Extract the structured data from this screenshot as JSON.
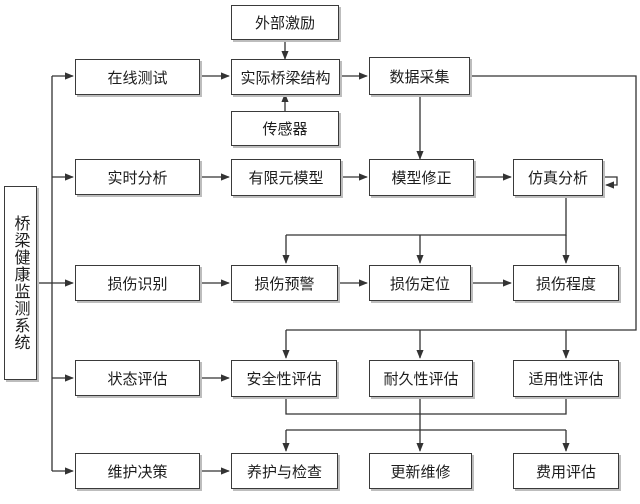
{
  "root": {
    "label": "桥梁健康监测系统"
  },
  "stages": [
    {
      "label": "在线测试"
    },
    {
      "label": "实时分析"
    },
    {
      "label": "损伤识别"
    },
    {
      "label": "状态评估"
    },
    {
      "label": "维护决策"
    }
  ],
  "row1": {
    "excitation": "外部激励",
    "structure": "实际桥梁结构",
    "sensor": "传感器",
    "acquisition": "数据采集"
  },
  "row2": {
    "fem": "有限元模型",
    "update": "模型修正",
    "simulation": "仿真分析"
  },
  "row3": {
    "warning": "损伤预警",
    "location": "损伤定位",
    "severity": "损伤程度"
  },
  "row4": {
    "safety": "安全性评估",
    "durability": "耐久性评估",
    "serviceability": "适用性评估"
  },
  "row5": {
    "maintenance": "养护与检查",
    "renewal": "更新维修",
    "cost": "费用评估"
  }
}
